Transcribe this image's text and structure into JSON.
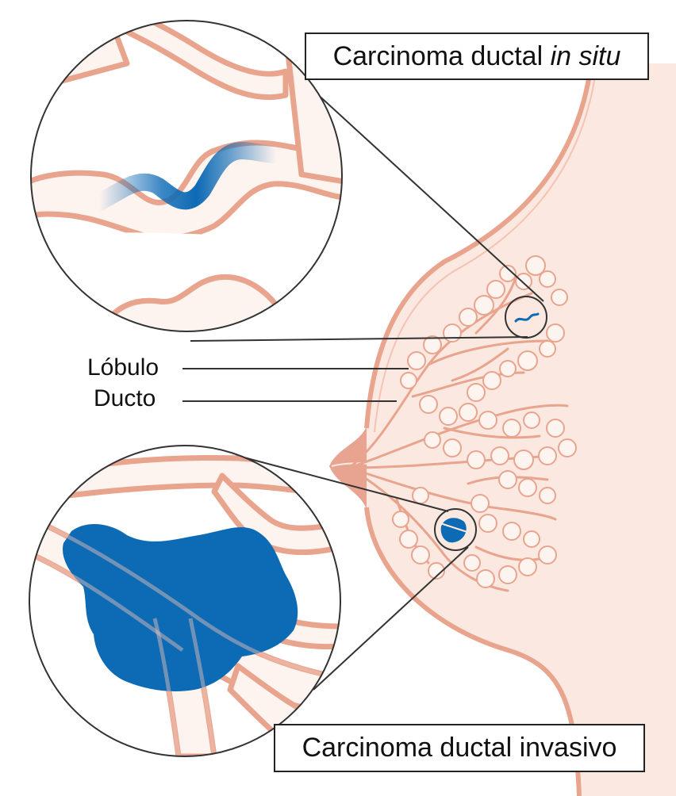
{
  "labels": {
    "dcis_prefix": "Carcinoma ductal",
    "dcis_italic": "in situ",
    "invasive": "Carcinoma ductal invasivo",
    "lobule": "Lóbulo",
    "duct": "Ducto"
  },
  "colors": {
    "tissue_fill": "#fae8e1",
    "tissue_outline": "#e9a48e",
    "tumor_blue": "#0d6ab5",
    "leader_line": "#333333",
    "nipple": "#e8a491"
  }
}
